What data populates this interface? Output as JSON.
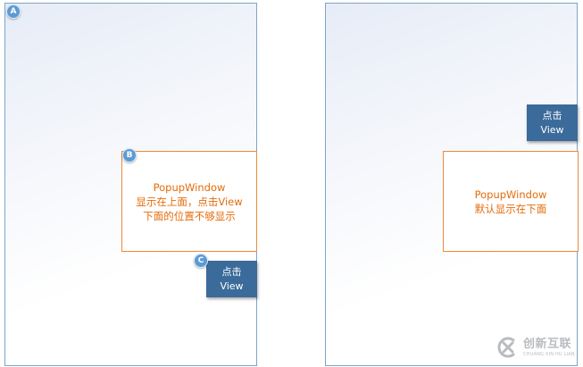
{
  "markers": {
    "a": "A",
    "b": "B",
    "c": "C"
  },
  "left": {
    "popup_line1": "PopupWindow",
    "popup_line2": "显示在上面，点击View",
    "popup_line3": "下面的位置不够显示",
    "view_line1": "点击",
    "view_line2": "View"
  },
  "right": {
    "popup_line1": "PopupWindow",
    "popup_line2": "默认显示在下面",
    "view_line1": "点击",
    "view_line2": "View"
  },
  "watermark": {
    "logo_icon": "x-circle-logo-icon",
    "cn": "创新互联",
    "en": "CHUANG XIN HU LIAN"
  },
  "colors": {
    "screen_border": "#7fa4c6",
    "popup_border": "#ed8a3c",
    "popup_text": "#e46c0a",
    "view_bg": "#3b6b9a",
    "marker_bg": "#5b9bd5"
  }
}
